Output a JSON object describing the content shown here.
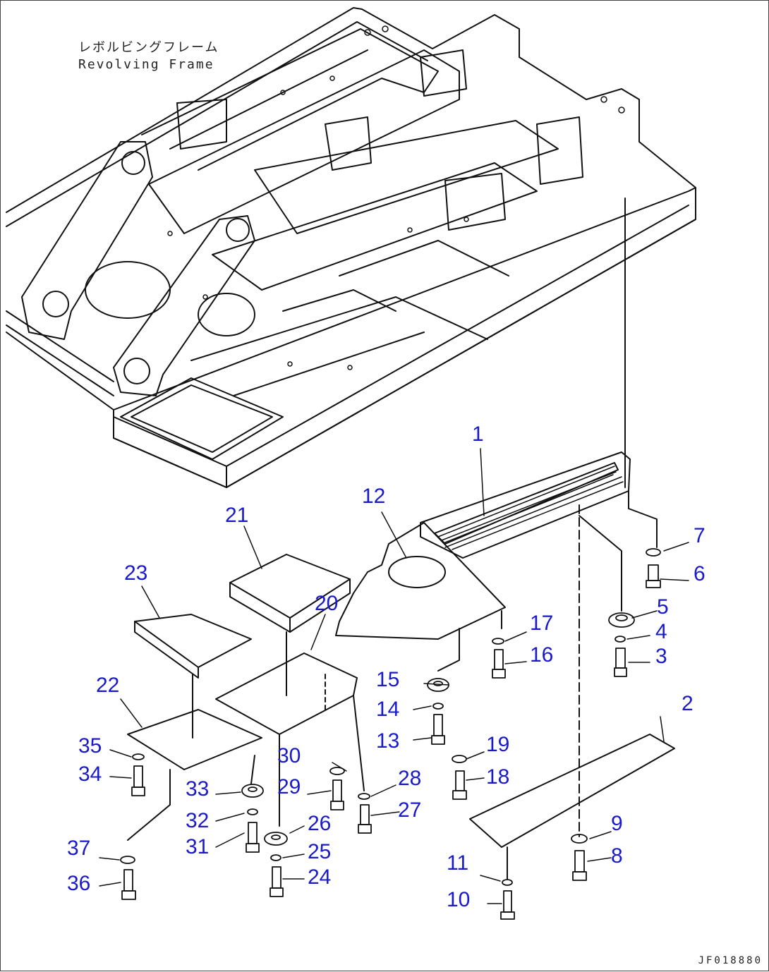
{
  "labels": {
    "frame_name_jp": "レボルビングフレーム",
    "frame_name_en": "Revolving Frame",
    "drawing_id": "JF018880"
  },
  "callouts": [
    {
      "id": "c1",
      "text": "1"
    },
    {
      "id": "c2",
      "text": "2"
    },
    {
      "id": "c3",
      "text": "3"
    },
    {
      "id": "c4",
      "text": "4"
    },
    {
      "id": "c5",
      "text": "5"
    },
    {
      "id": "c6",
      "text": "6"
    },
    {
      "id": "c7",
      "text": "7"
    },
    {
      "id": "c8",
      "text": "8"
    },
    {
      "id": "c9",
      "text": "9"
    },
    {
      "id": "c10",
      "text": "10"
    },
    {
      "id": "c11",
      "text": "11"
    },
    {
      "id": "c12",
      "text": "12"
    },
    {
      "id": "c13",
      "text": "13"
    },
    {
      "id": "c14",
      "text": "14"
    },
    {
      "id": "c15",
      "text": "15"
    },
    {
      "id": "c16",
      "text": "16"
    },
    {
      "id": "c17",
      "text": "17"
    },
    {
      "id": "c18",
      "text": "18"
    },
    {
      "id": "c19",
      "text": "19"
    },
    {
      "id": "c20",
      "text": "20"
    },
    {
      "id": "c21",
      "text": "21"
    },
    {
      "id": "c22",
      "text": "22"
    },
    {
      "id": "c23",
      "text": "23"
    },
    {
      "id": "c24",
      "text": "24"
    },
    {
      "id": "c25",
      "text": "25"
    },
    {
      "id": "c26",
      "text": "26"
    },
    {
      "id": "c27",
      "text": "27"
    },
    {
      "id": "c28",
      "text": "28"
    },
    {
      "id": "c29",
      "text": "29"
    },
    {
      "id": "c30",
      "text": "30"
    },
    {
      "id": "c31",
      "text": "31"
    },
    {
      "id": "c32",
      "text": "32"
    },
    {
      "id": "c33",
      "text": "33"
    },
    {
      "id": "c34",
      "text": "34"
    },
    {
      "id": "c35",
      "text": "35"
    },
    {
      "id": "c36",
      "text": "36"
    },
    {
      "id": "c37",
      "text": "37"
    }
  ],
  "colors": {
    "callout": "#1a1acd",
    "line": "#111111",
    "background": "#ffffff"
  }
}
